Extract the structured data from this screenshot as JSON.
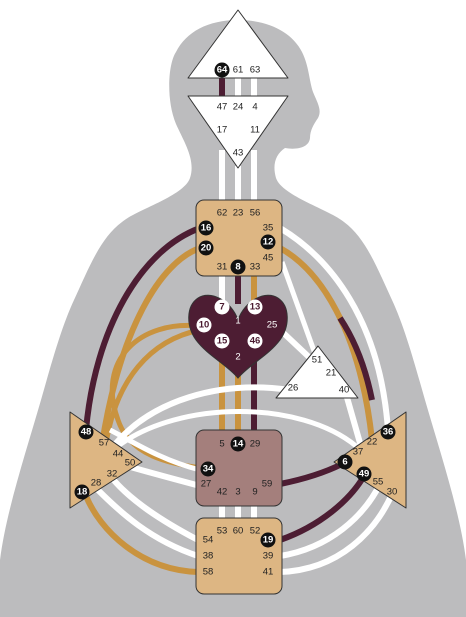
{
  "colors": {
    "background": "#ffffff",
    "silhouette": "#bcbcbe",
    "center_defined_tan": "#ddb683",
    "center_undefined": "#ffffff",
    "heart": "#4d1d33",
    "sacral": "#a47f7c",
    "channel_white": "#ffffff",
    "channel_red": "#4d1d33",
    "channel_tan": "#c9933f",
    "activated_marker": "#111111",
    "outline": "#333333"
  },
  "centers": {
    "head": {
      "name": "head",
      "defined": false,
      "gates": [
        "64",
        "61",
        "63"
      ],
      "activated": [
        "64"
      ]
    },
    "ajna": {
      "name": "ajna",
      "defined": false,
      "gates": [
        "47",
        "24",
        "4",
        "17",
        "11",
        "43"
      ],
      "activated": []
    },
    "throat": {
      "name": "throat",
      "defined": true,
      "gates": [
        "62",
        "23",
        "56",
        "35",
        "16",
        "12",
        "20",
        "45",
        "31",
        "8",
        "33"
      ],
      "activated": [
        "16",
        "20",
        "12",
        "8"
      ]
    },
    "g": {
      "name": "g",
      "defined": true,
      "gates": [
        "7",
        "1",
        "13",
        "10",
        "25",
        "15",
        "46",
        "2"
      ],
      "activated": [
        "7",
        "13",
        "10",
        "15",
        "46"
      ]
    },
    "heart": {
      "name": "heart",
      "defined": false,
      "gates": [
        "51",
        "21",
        "26",
        "40"
      ],
      "activated": []
    },
    "spleen": {
      "name": "spleen",
      "defined": true,
      "gates": [
        "48",
        "57",
        "44",
        "50",
        "32",
        "28",
        "18"
      ],
      "activated": [
        "48",
        "18"
      ]
    },
    "sacral": {
      "name": "sacral",
      "defined": true,
      "gates": [
        "5",
        "14",
        "29",
        "34",
        "27",
        "42",
        "3",
        "9",
        "59"
      ],
      "activated": [
        "14",
        "34"
      ]
    },
    "solar_plexus": {
      "name": "solar-plexus",
      "defined": true,
      "gates": [
        "36",
        "22",
        "6",
        "37",
        "49",
        "55",
        "30"
      ],
      "activated": [
        "36",
        "6",
        "49"
      ]
    },
    "root": {
      "name": "root",
      "defined": true,
      "gates": [
        "53",
        "60",
        "52",
        "54",
        "19",
        "38",
        "39",
        "58",
        "41"
      ],
      "activated": [
        "19"
      ]
    }
  }
}
